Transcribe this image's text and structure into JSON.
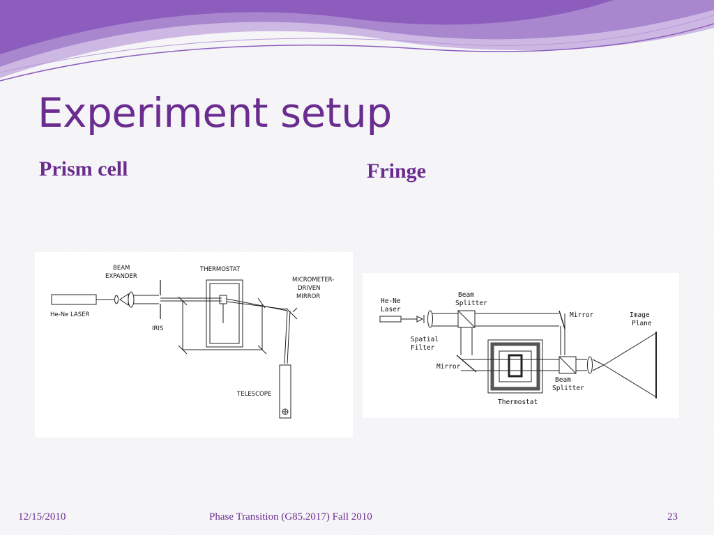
{
  "slide": {
    "title": "Experiment setup",
    "left_heading": "Prism cell",
    "right_heading": "Fringe"
  },
  "prism_diagram": {
    "labels": {
      "beam": "BEAM",
      "expander": "EXPANDER",
      "thermostat": "THERMOSTAT",
      "micrometer": "MICROMETER-",
      "driven": "DRIVEN",
      "mirror": "MIRROR",
      "laser": "He-Ne LASER",
      "iris": "IRIS",
      "telescope": "TELESCOPE"
    }
  },
  "fringe_diagram": {
    "labels": {
      "he_ne": "He-Ne",
      "laser": "Laser",
      "beam_top": "Beam",
      "splitter_top": "Splitter",
      "mirror_top": "Mirror",
      "image": "Image",
      "plane": "Plane",
      "spatial": "Spatial",
      "filter": "Filter",
      "mirror_left": "Mirror",
      "beam_bottom": "Beam",
      "splitter_bottom": "Splitter",
      "thermostat": "Thermostat"
    }
  },
  "footer": {
    "date": "12/15/2010",
    "course": "Phase Transition (G85.2017) Fall 2010",
    "page": "23"
  },
  "colors": {
    "accent": "#6a2c8f",
    "wave_light": "#c9b3e0",
    "wave_dark": "#8a58b8"
  }
}
